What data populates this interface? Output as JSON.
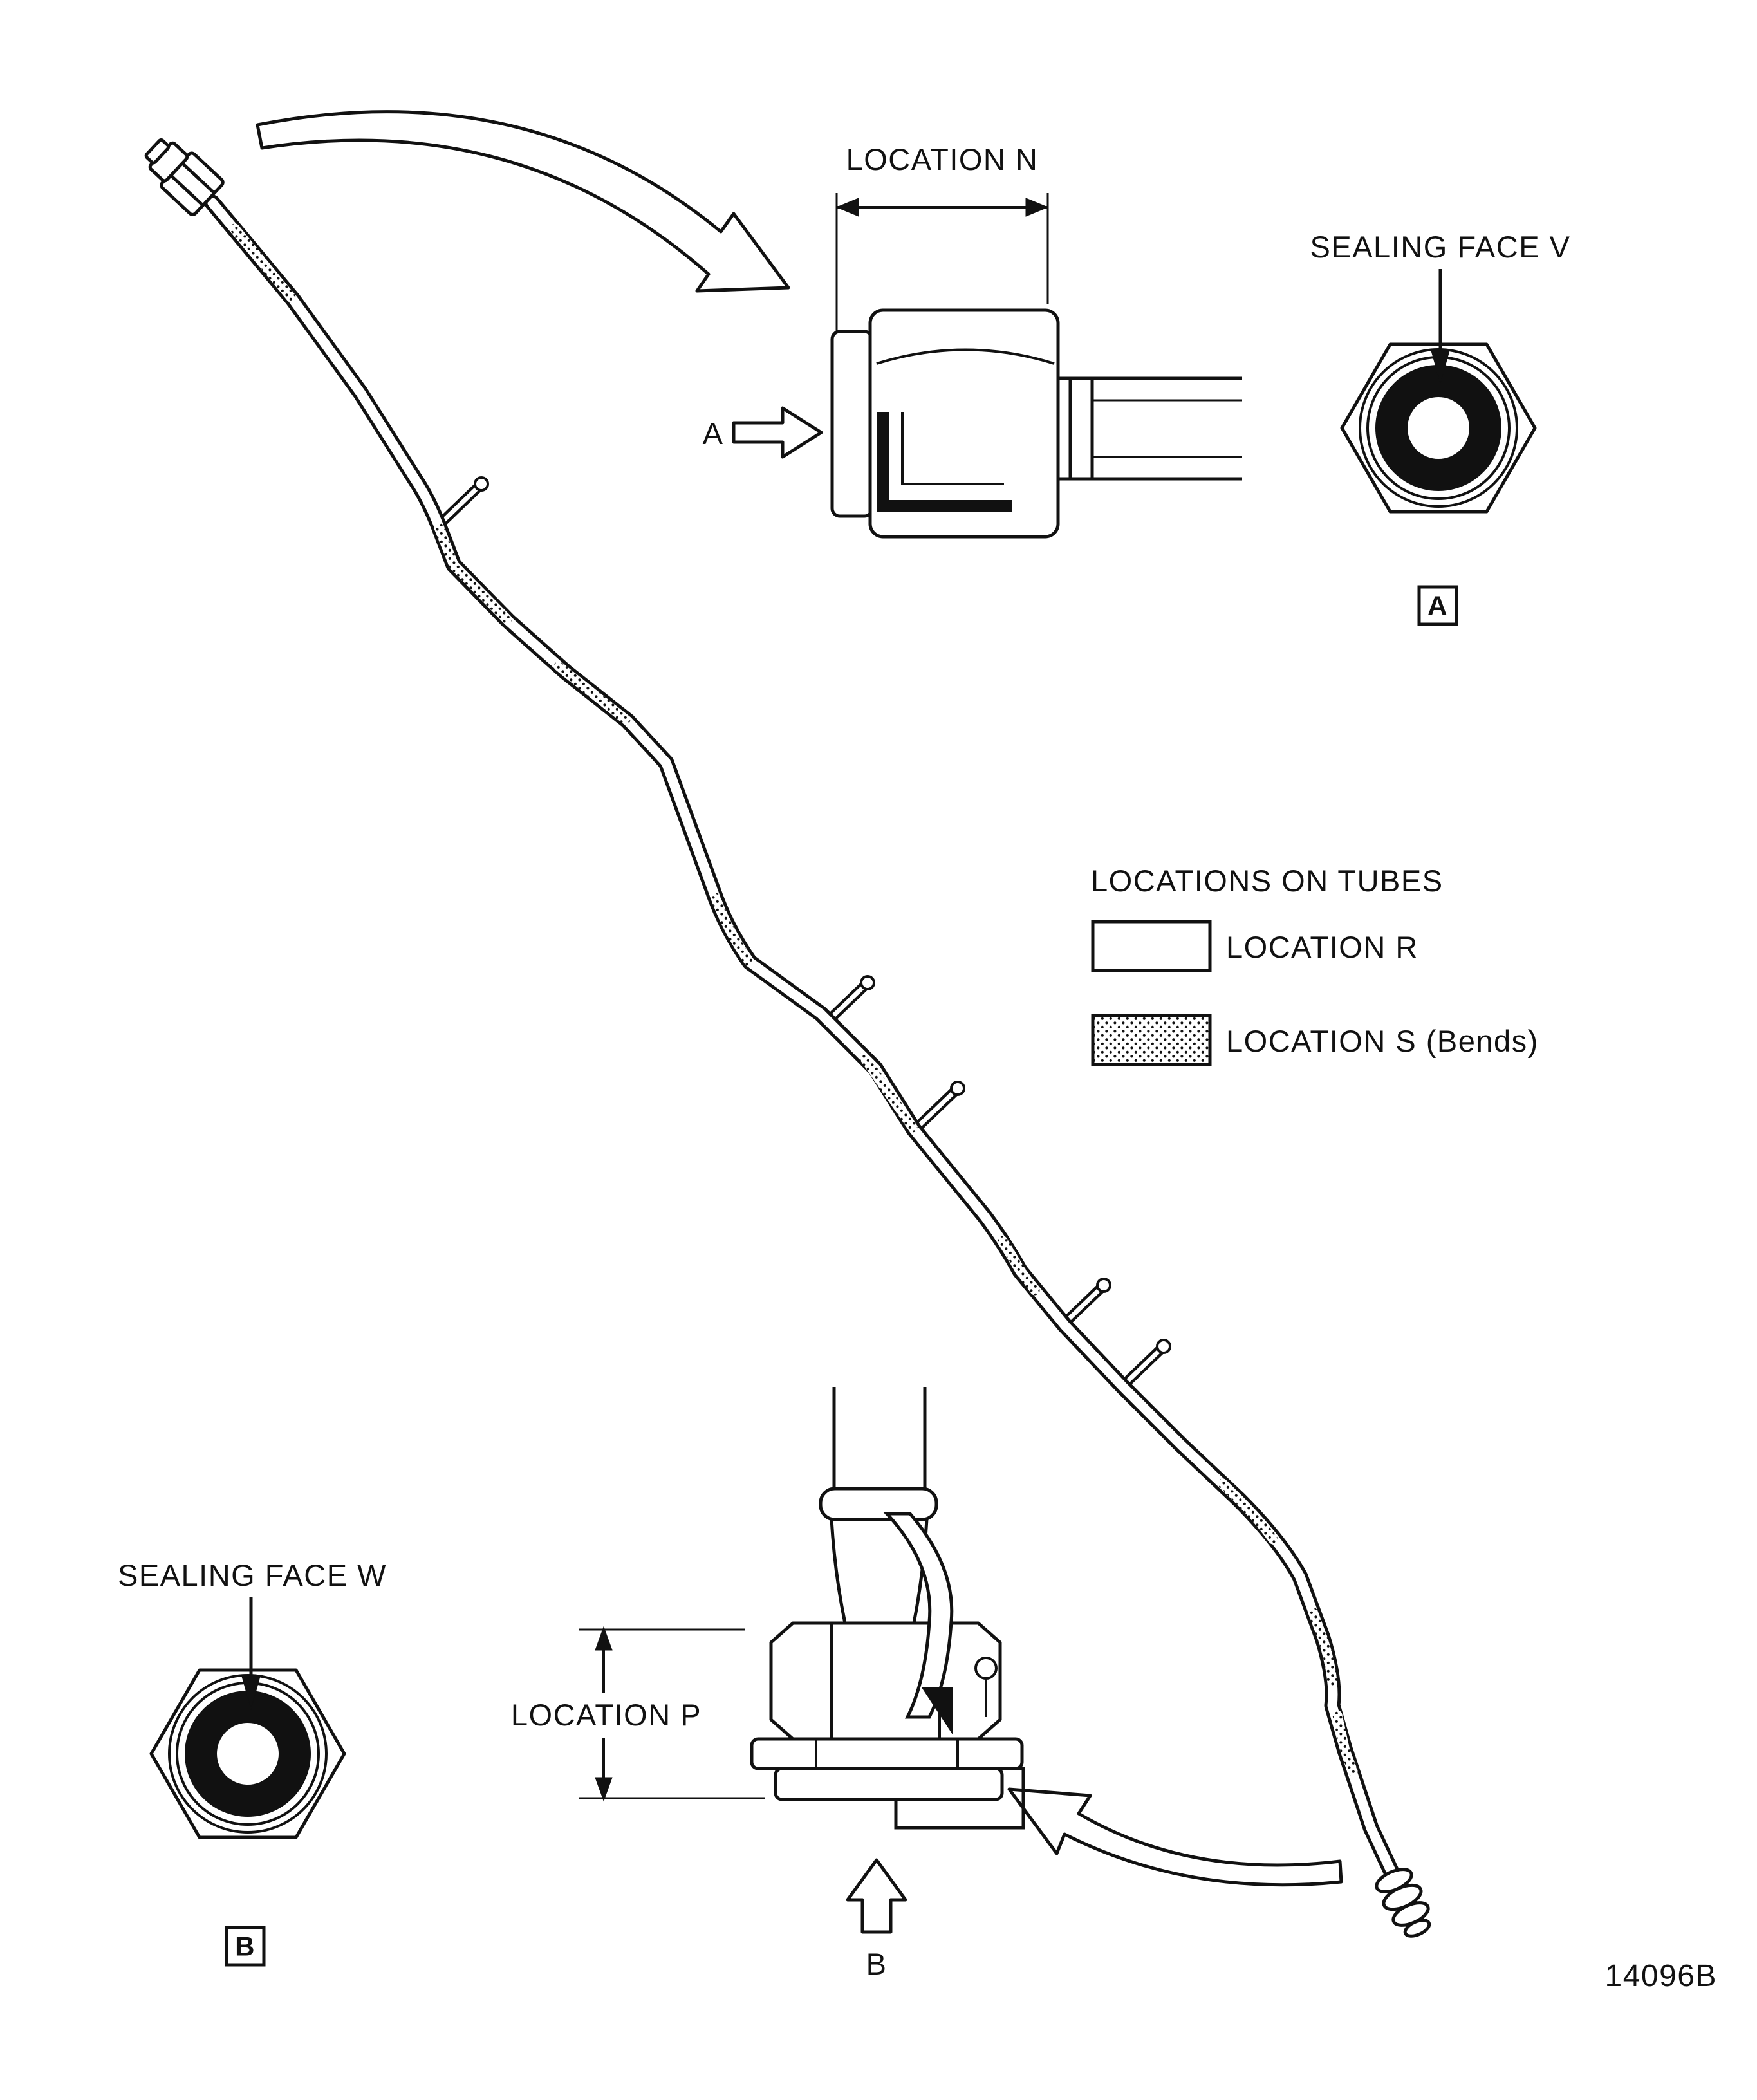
{
  "figure": {
    "part_number": "14096B",
    "legend": {
      "title": "LOCATIONS ON TUBES",
      "items": [
        {
          "label": "LOCATION R",
          "swatch": "plain"
        },
        {
          "label": "LOCATION S (Bends)",
          "swatch": "stippled"
        }
      ]
    },
    "detail_a": {
      "marker": "A",
      "view_label": "A",
      "dimension_label": "LOCATION N",
      "sealing_face_label": "SEALING FACE V"
    },
    "detail_b": {
      "marker": "B",
      "view_label": "B",
      "dimension_label": "LOCATION P",
      "sealing_face_label": "SEALING FACE W"
    },
    "line_color": "#111111",
    "background_color": "#ffffff"
  }
}
